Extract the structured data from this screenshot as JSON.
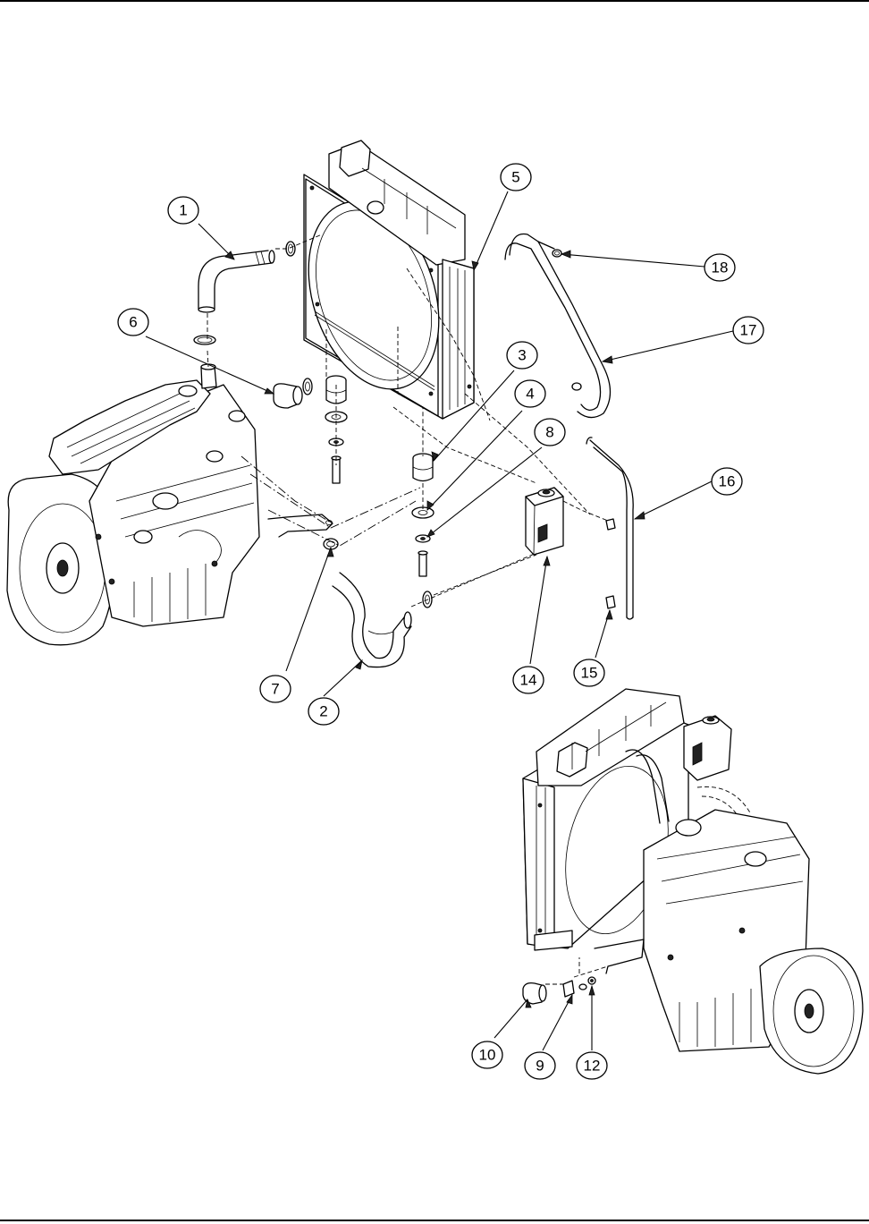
{
  "diagram": {
    "callouts": [
      {
        "id": "1",
        "label": "1"
      },
      {
        "id": "2",
        "label": "2"
      },
      {
        "id": "3",
        "label": "3"
      },
      {
        "id": "4",
        "label": "4"
      },
      {
        "id": "5",
        "label": "5"
      },
      {
        "id": "6",
        "label": "6"
      },
      {
        "id": "7",
        "label": "7"
      },
      {
        "id": "8",
        "label": "8"
      },
      {
        "id": "9",
        "label": "9"
      },
      {
        "id": "10",
        "label": "10"
      },
      {
        "id": "12",
        "label": "12"
      },
      {
        "id": "14",
        "label": "14"
      },
      {
        "id": "15",
        "label": "15"
      },
      {
        "id": "16",
        "label": "16"
      },
      {
        "id": "17",
        "label": "17"
      },
      {
        "id": "18",
        "label": "18"
      }
    ]
  }
}
